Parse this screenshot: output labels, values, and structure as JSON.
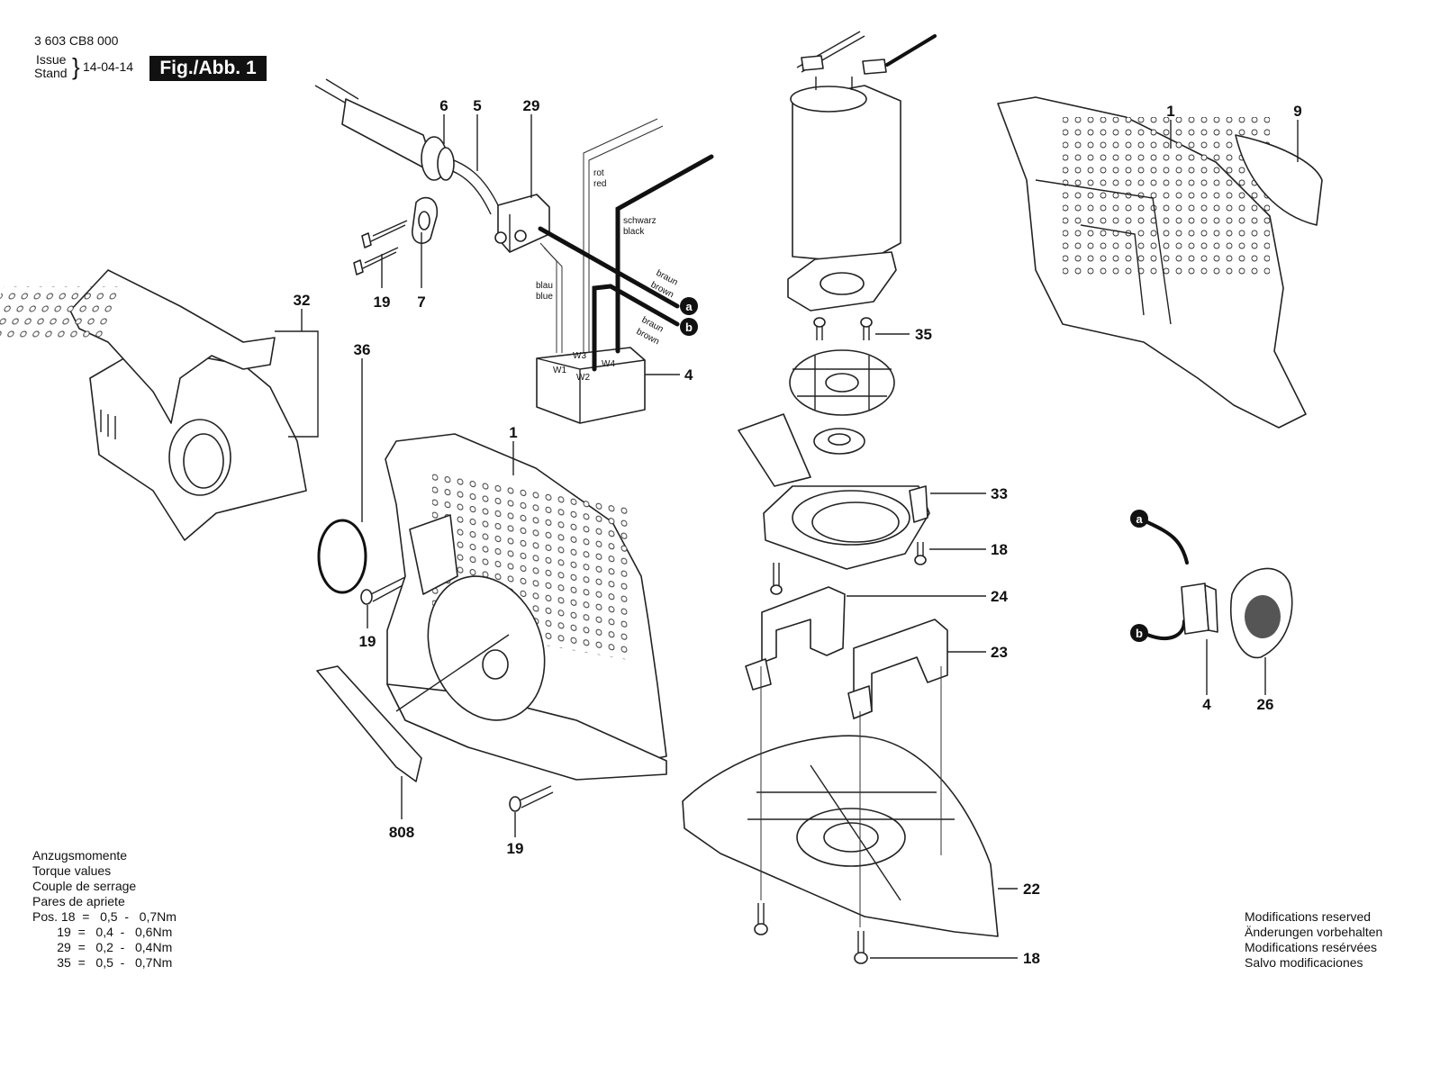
{
  "header": {
    "doc_number": "3 603 CB8 000",
    "issue_label": "Issue",
    "stand_label": "Stand",
    "brace": "}",
    "date": "14-04-14",
    "figure_label": "Fig./Abb. 1"
  },
  "torque": {
    "lines": [
      "Anzugsmomente",
      "Torque values",
      "Couple de serrage",
      "Pares de apriete"
    ],
    "rows": [
      "Pos. 18  =   0,5  -   0,7Nm",
      "       19  =   0,4  -   0,6Nm",
      "       29  =   0,2  -   0,4Nm",
      "       35  =   0,5  -   0,7Nm"
    ]
  },
  "modifications": [
    "Modifications reserved",
    "Änderungen vorbehalten",
    "Modifications resérvées",
    "Salvo modificaciones"
  ],
  "wire_labels": {
    "rot": "rot",
    "red": "red",
    "schwarz": "schwarz",
    "black": "black",
    "blau": "blau",
    "blue": "blue",
    "braun": "braun",
    "brown": "brown",
    "w1": "W1",
    "w2": "W2",
    "w3": "W3",
    "w4": "W4"
  },
  "connectors": {
    "a": "a",
    "b": "b"
  },
  "callouts": {
    "c6": "6",
    "c5": "5",
    "c29": "29",
    "c19a": "19",
    "c7": "7",
    "c32": "32",
    "c36": "36",
    "c4": "4",
    "c1a": "1",
    "c19b": "19",
    "c808": "808",
    "c19c": "19",
    "c35": "35",
    "c33": "33",
    "c18a": "18",
    "c24": "24",
    "c23": "23",
    "c22": "22",
    "c18b": "18",
    "c1b": "1",
    "c9": "9",
    "c4b": "4",
    "c26": "26"
  }
}
